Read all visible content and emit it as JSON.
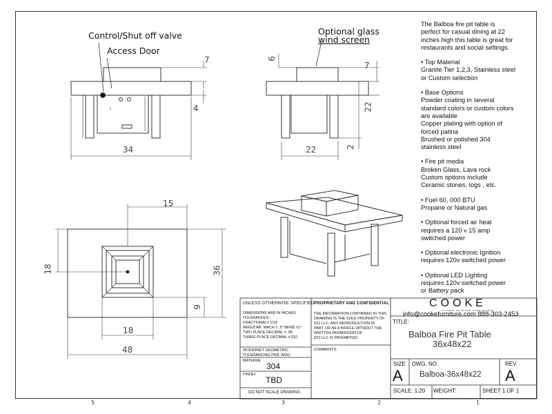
{
  "callouts": {
    "control_valve": "Control/Shut off valve",
    "access_door": "Access Door",
    "glass_screen_line1": "Optional glass",
    "glass_screen_line2": "wind screen"
  },
  "front_view": {
    "top_height": "7",
    "apron_height": "4",
    "width": "34"
  },
  "side_view": {
    "screen_height": "6",
    "top_overhang": "7",
    "table_height": "22",
    "base_gap": "2",
    "depth": "22"
  },
  "top_view": {
    "burner_inset": "15",
    "left_depth": "18",
    "overall_depth": "36",
    "right_inset": "9",
    "burner_width": "18",
    "overall_width": "48"
  },
  "description": {
    "intro": [
      "The Balboa fire pit table is",
      "perfect for casual dining at 22",
      "inches high this table is great for",
      "restaurants and social settings."
    ],
    "top_material": [
      "• Top Material",
      "Granite Tier 1,2,3, Stainless steel",
      "or Custom selection"
    ],
    "base_options": [
      "• Base Options",
      "Powder coating in several",
      "standard colors or custom colors",
      "are available",
      "Copper plating with option of",
      "forced patina",
      "Brushed or polished  304",
      "stainless steel"
    ],
    "fire_media": [
      "• Fire pit media",
      "Broken Glass, Lava rock",
      "Custom options include",
      "Ceramic stones, logs , etc."
    ],
    "fuel": [
      "• Fuel  60, 000 BTU",
      "Propane or Natural gas"
    ],
    "forced_air": [
      "• Optional forced air heat",
      "requires a 120 v 15 amp",
      "switched power"
    ],
    "ignition": [
      "• Optional electronic Ignition",
      "requires 120v switched power"
    ],
    "led": [
      "• Optional LED Lighting",
      "requires 120v switched power",
      "or Battery pack"
    ]
  },
  "title_block": {
    "unless_specified": "UNLESS OTHERWISE SPECIFIED:",
    "tolerances": [
      "DIMENSIONS ARE IN INCHES",
      "TOLERANCES:",
      "FRACTIONAL± 1/32",
      "ANGULAR: MACH ± .5°  BEND ±1°",
      "TWO PLACE DECIMAL   ± .05",
      "THREE PLACE DECIMAL  ±.010"
    ],
    "geometric": [
      "INTERPRET GEOMETRIC",
      "TOLERANCING PER: ANSI"
    ],
    "material_label": "MATERIAL",
    "material": "304",
    "finish_label": "FINISH",
    "finish": "TBD",
    "do_not_scale": "DO NOT SCALE DRAWING",
    "proprietary_title": "PROPRIETARY AND CONFIDENTIAL",
    "proprietary_text": [
      "THE INFORMATION CONTAINED IN THIS",
      "DRAWING IS THE SOLE PROPERTY OF",
      "DCI LLC. ANY REPRODUCTION IN",
      "PART OR AS A WHOLE WITHOUT THE",
      "WRITTEN PERMISSION OF",
      "DCI LLC IS PROHIBITED."
    ],
    "comments": "COMMENTS:",
    "company": "COOKE",
    "company_sub": "CUSTOM OUTDOOR FURNISHINGS",
    "contact": "info@cookefurniture.com 888-303-2453",
    "title_label": "TITLE:",
    "title_line1": "Balboa Fire Pit Table",
    "title_line2": "36x48x22",
    "size_label": "SIZE",
    "size": "A",
    "dwg_label": "DWG.  NO.",
    "dwg_no": "Balboa-36x48x22",
    "rev_label": "REV",
    "rev": "A",
    "scale": "SCALE: 1:20",
    "weight": "WEIGHT:",
    "sheet": "SHEET 1 OF 1"
  },
  "zones": [
    "5",
    "4",
    "3",
    "2",
    "1"
  ]
}
